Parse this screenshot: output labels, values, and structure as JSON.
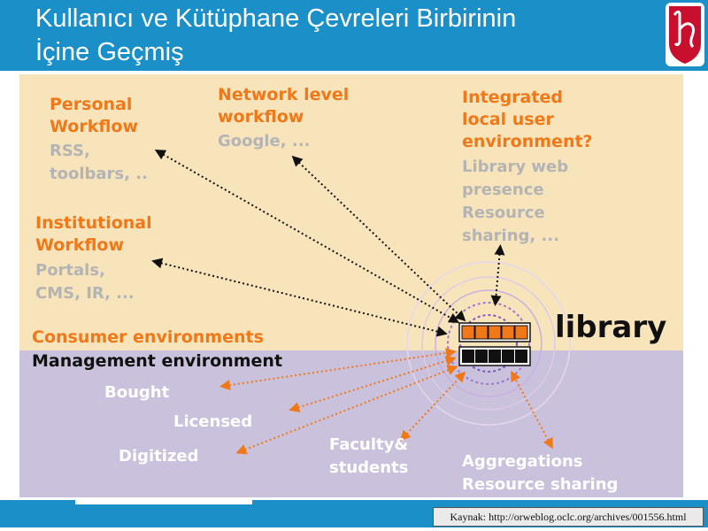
{
  "slide": {
    "title_line1": "Kullanıcı ve Kütüphane Çevreleri Birbirinin",
    "title_line2": "İçine Geçmiş",
    "source": "Kaynak: http://orweblog.oclc.org/archives/001556.html"
  },
  "diagram": {
    "personal": {
      "title1": "Personal",
      "title2": "Workflow",
      "detail1": "RSS,",
      "detail2": "toolbars, .."
    },
    "network": {
      "title1": "Network level",
      "title2": "workflow",
      "detail1": "Google, ..."
    },
    "integrated": {
      "title1": "Integrated",
      "title2": "local user",
      "title3": "environment?",
      "detail1": "Library web",
      "detail2": "presence",
      "detail3": "Resource",
      "detail4": "sharing, ..."
    },
    "institutional": {
      "title1": "Institutional",
      "title2": "Workflow",
      "detail1": "Portals,",
      "detail2": "CMS, IR, ..."
    },
    "consumer": "Consumer environments",
    "management": "Management environment",
    "library": "library",
    "bought": "Bought",
    "licensed": "Licensed",
    "digitized": "Digitized",
    "faculty1": "Faculty&",
    "faculty2": "students",
    "aggregations1": "Aggregations",
    "aggregations2": "Resource sharing"
  },
  "colors": {
    "header": "#1a8fc8",
    "consumer_zone": "#f8e4bb",
    "management_zone": "#cac2dc",
    "accent_orange": "#f07818",
    "muted_gray": "#b4b4b4"
  }
}
